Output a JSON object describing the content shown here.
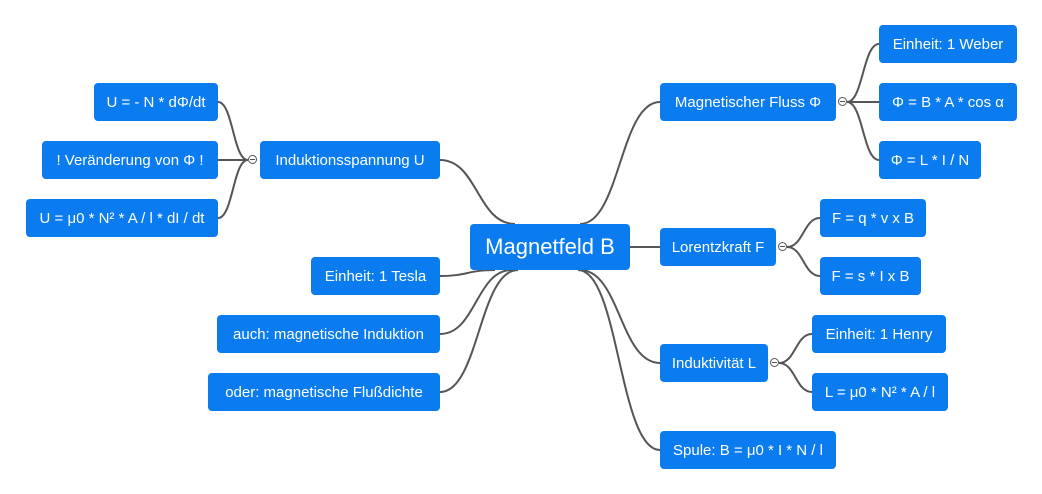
{
  "colors": {
    "node": "#0a7cf0",
    "edge": "#555555",
    "text": "#ffffff"
  },
  "root": "Magnetfeld B",
  "branches": {
    "induktion": {
      "label": "Induktionsspannung  U",
      "children": [
        "U = - N * dΦ/dt",
        "! Veränderung von Φ !",
        "U = μ0 * N² * A / l * dI / dt"
      ]
    },
    "tesla": {
      "label": "Einheit: 1 Tesla"
    },
    "auch": {
      "label": "auch: magnetische Induktion"
    },
    "oder": {
      "label": "oder: magnetische Flußdichte"
    },
    "fluss": {
      "label": "Magnetischer Fluss  Φ",
      "children": [
        "Einheit: 1 Weber",
        "Φ = B * A * cos α",
        "Φ = L * I / N"
      ]
    },
    "lorentz": {
      "label": "Lorentzkraft F",
      "children": [
        "F = q * v x B",
        "F = s * I x B"
      ]
    },
    "induktivitaet": {
      "label": "Induktivität L",
      "children": [
        "Einheit: 1 Henry",
        "L = μ0 * N² * A / l"
      ]
    },
    "spule": {
      "label": "Spule: B = μ0 * I * N / l"
    }
  }
}
